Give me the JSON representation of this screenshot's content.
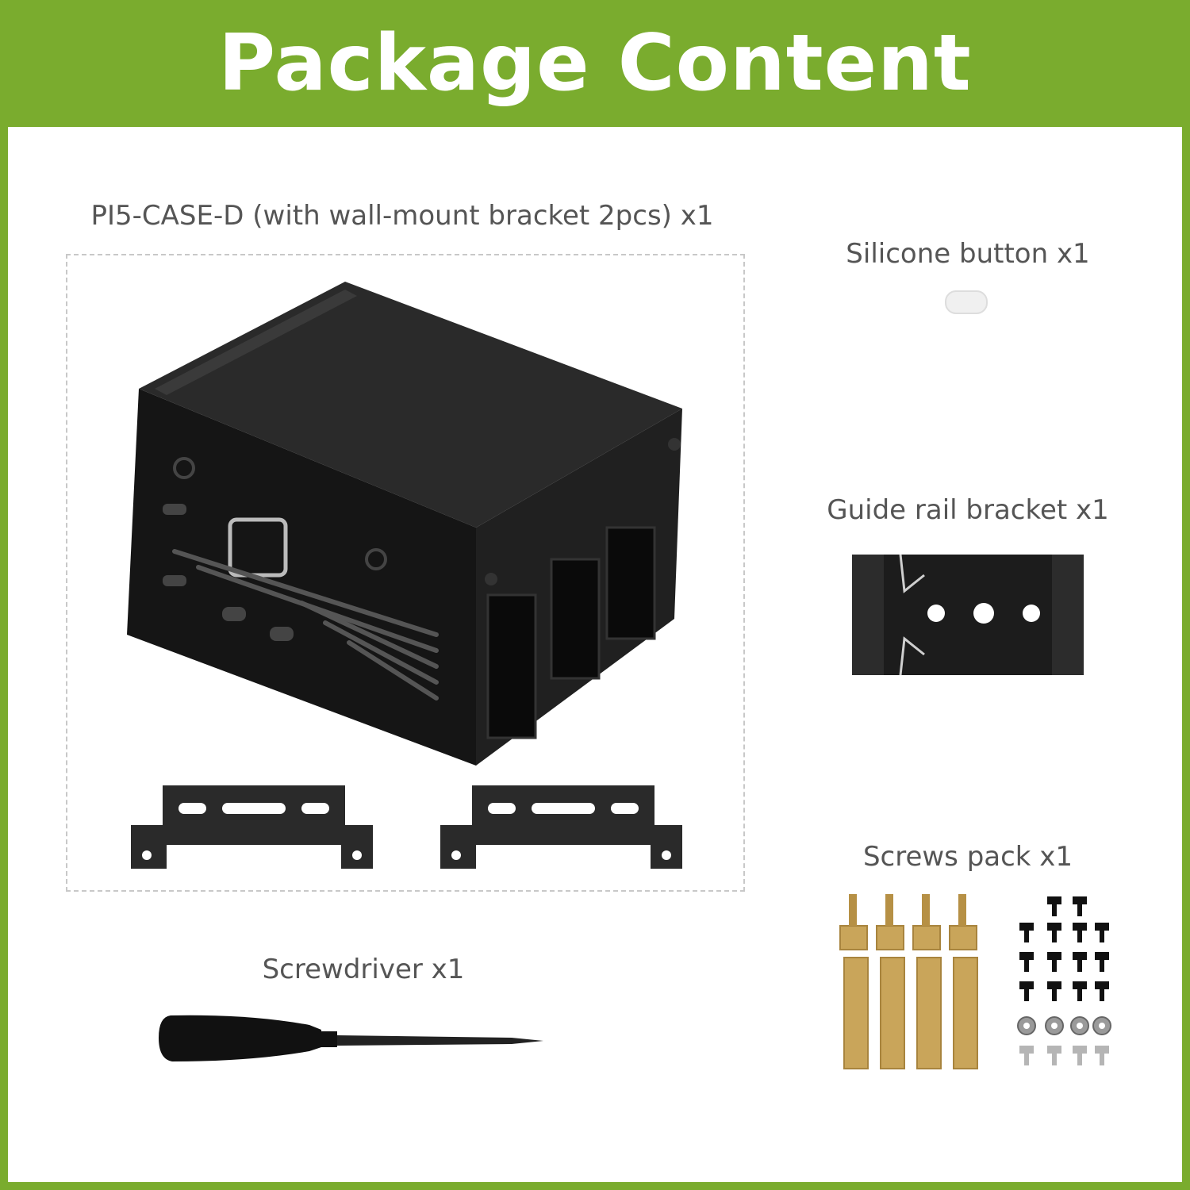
{
  "header": {
    "title": "Package Content"
  },
  "items": {
    "case": "PI5-CASE-D (with wall-mount bracket 2pcs) x1",
    "silicone_button": "Silicone button x1",
    "guide_rail": "Guide rail bracket x1",
    "screws": "Screws pack x1",
    "screwdriver": "Screwdriver x1"
  },
  "colors": {
    "brand_green": "#7aac2e",
    "product_black": "#1a1a1a",
    "brass": "#c9a55a"
  }
}
